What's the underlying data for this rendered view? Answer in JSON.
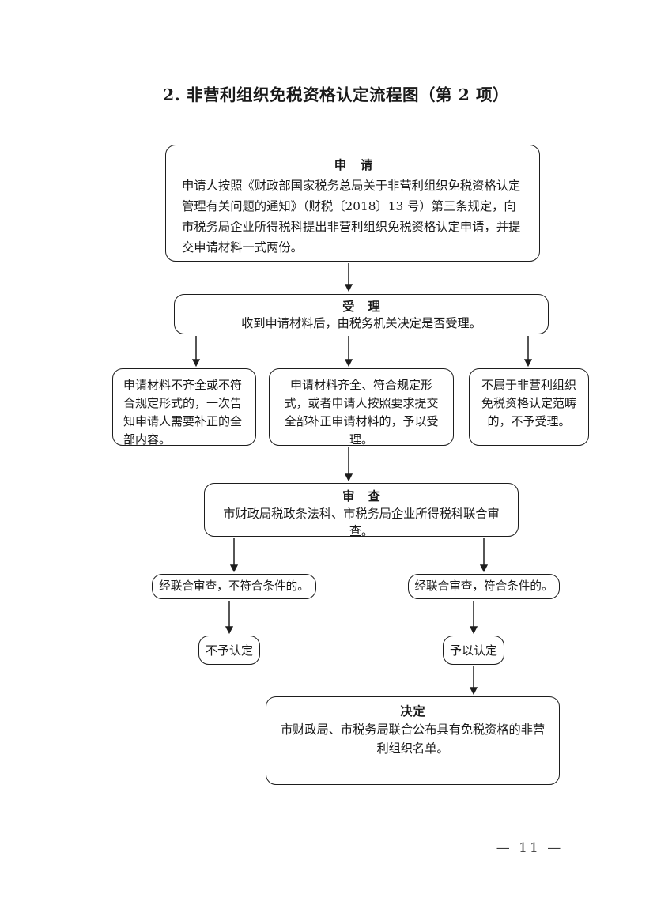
{
  "document": {
    "title": "2. 非营利组织免税资格认定流程图（第 2 项）",
    "page_footer": "— 11 —"
  },
  "flowchart": {
    "type": "process-flow",
    "orientation": "top-to-bottom",
    "nodes": [
      {
        "id": "apply",
        "heading": "申 请",
        "body": "申请人按照《财政部国家税务总局关于非营利组织免税资格认定管理有关问题的通知》（财税〔2018〕13 号）第三条规定，向市税务局企业所得税科提出非营利组织免税资格认定申请，并提交申请材料一式两份。"
      },
      {
        "id": "accept",
        "heading": "受 理",
        "body": "收到申请材料后，由税务机关决定是否受理。"
      },
      {
        "id": "branch-left",
        "heading": "",
        "body": "申请材料不齐全或不符合规定形式的，一次告知申请人需要补正的全部内容。"
      },
      {
        "id": "branch-mid",
        "heading": "",
        "body": "申请材料齐全、符合规定形式，或者申请人按照要求提交全部补正申请材料的，予以受理。"
      },
      {
        "id": "branch-right",
        "heading": "",
        "body": "不属于非营利组织免税资格认定范畴的，不予受理。"
      },
      {
        "id": "review",
        "heading": "审 查",
        "body": "市财政局税政条法科、市税务局企业所得税科联合审查。"
      },
      {
        "id": "cond-fail",
        "heading": "",
        "body": "经联合审查，不符合条件的。"
      },
      {
        "id": "cond-pass",
        "heading": "",
        "body": "经联合审查，符合条件的。"
      },
      {
        "id": "reject",
        "heading": "",
        "body": "不予认定"
      },
      {
        "id": "approve",
        "heading": "",
        "body": "予以认定"
      },
      {
        "id": "decision",
        "heading": "决定",
        "body": "市财政局、市税务局联合公布具有免税资格的非营利组织名单。"
      }
    ],
    "edges": [
      {
        "from": "apply",
        "to": "accept"
      },
      {
        "from": "accept",
        "to": "branch-left"
      },
      {
        "from": "accept",
        "to": "branch-mid"
      },
      {
        "from": "accept",
        "to": "branch-right"
      },
      {
        "from": "branch-mid",
        "to": "review"
      },
      {
        "from": "review",
        "to": "cond-fail"
      },
      {
        "from": "review",
        "to": "cond-pass"
      },
      {
        "from": "cond-fail",
        "to": "reject"
      },
      {
        "from": "cond-pass",
        "to": "approve"
      },
      {
        "from": "approve",
        "to": "decision"
      }
    ],
    "style": {
      "node_border_color": "#1d1d1d",
      "node_fill_color": "#ffffff",
      "connector_color": "#1d1d1d",
      "text_color": "#1a1a1a"
    }
  }
}
